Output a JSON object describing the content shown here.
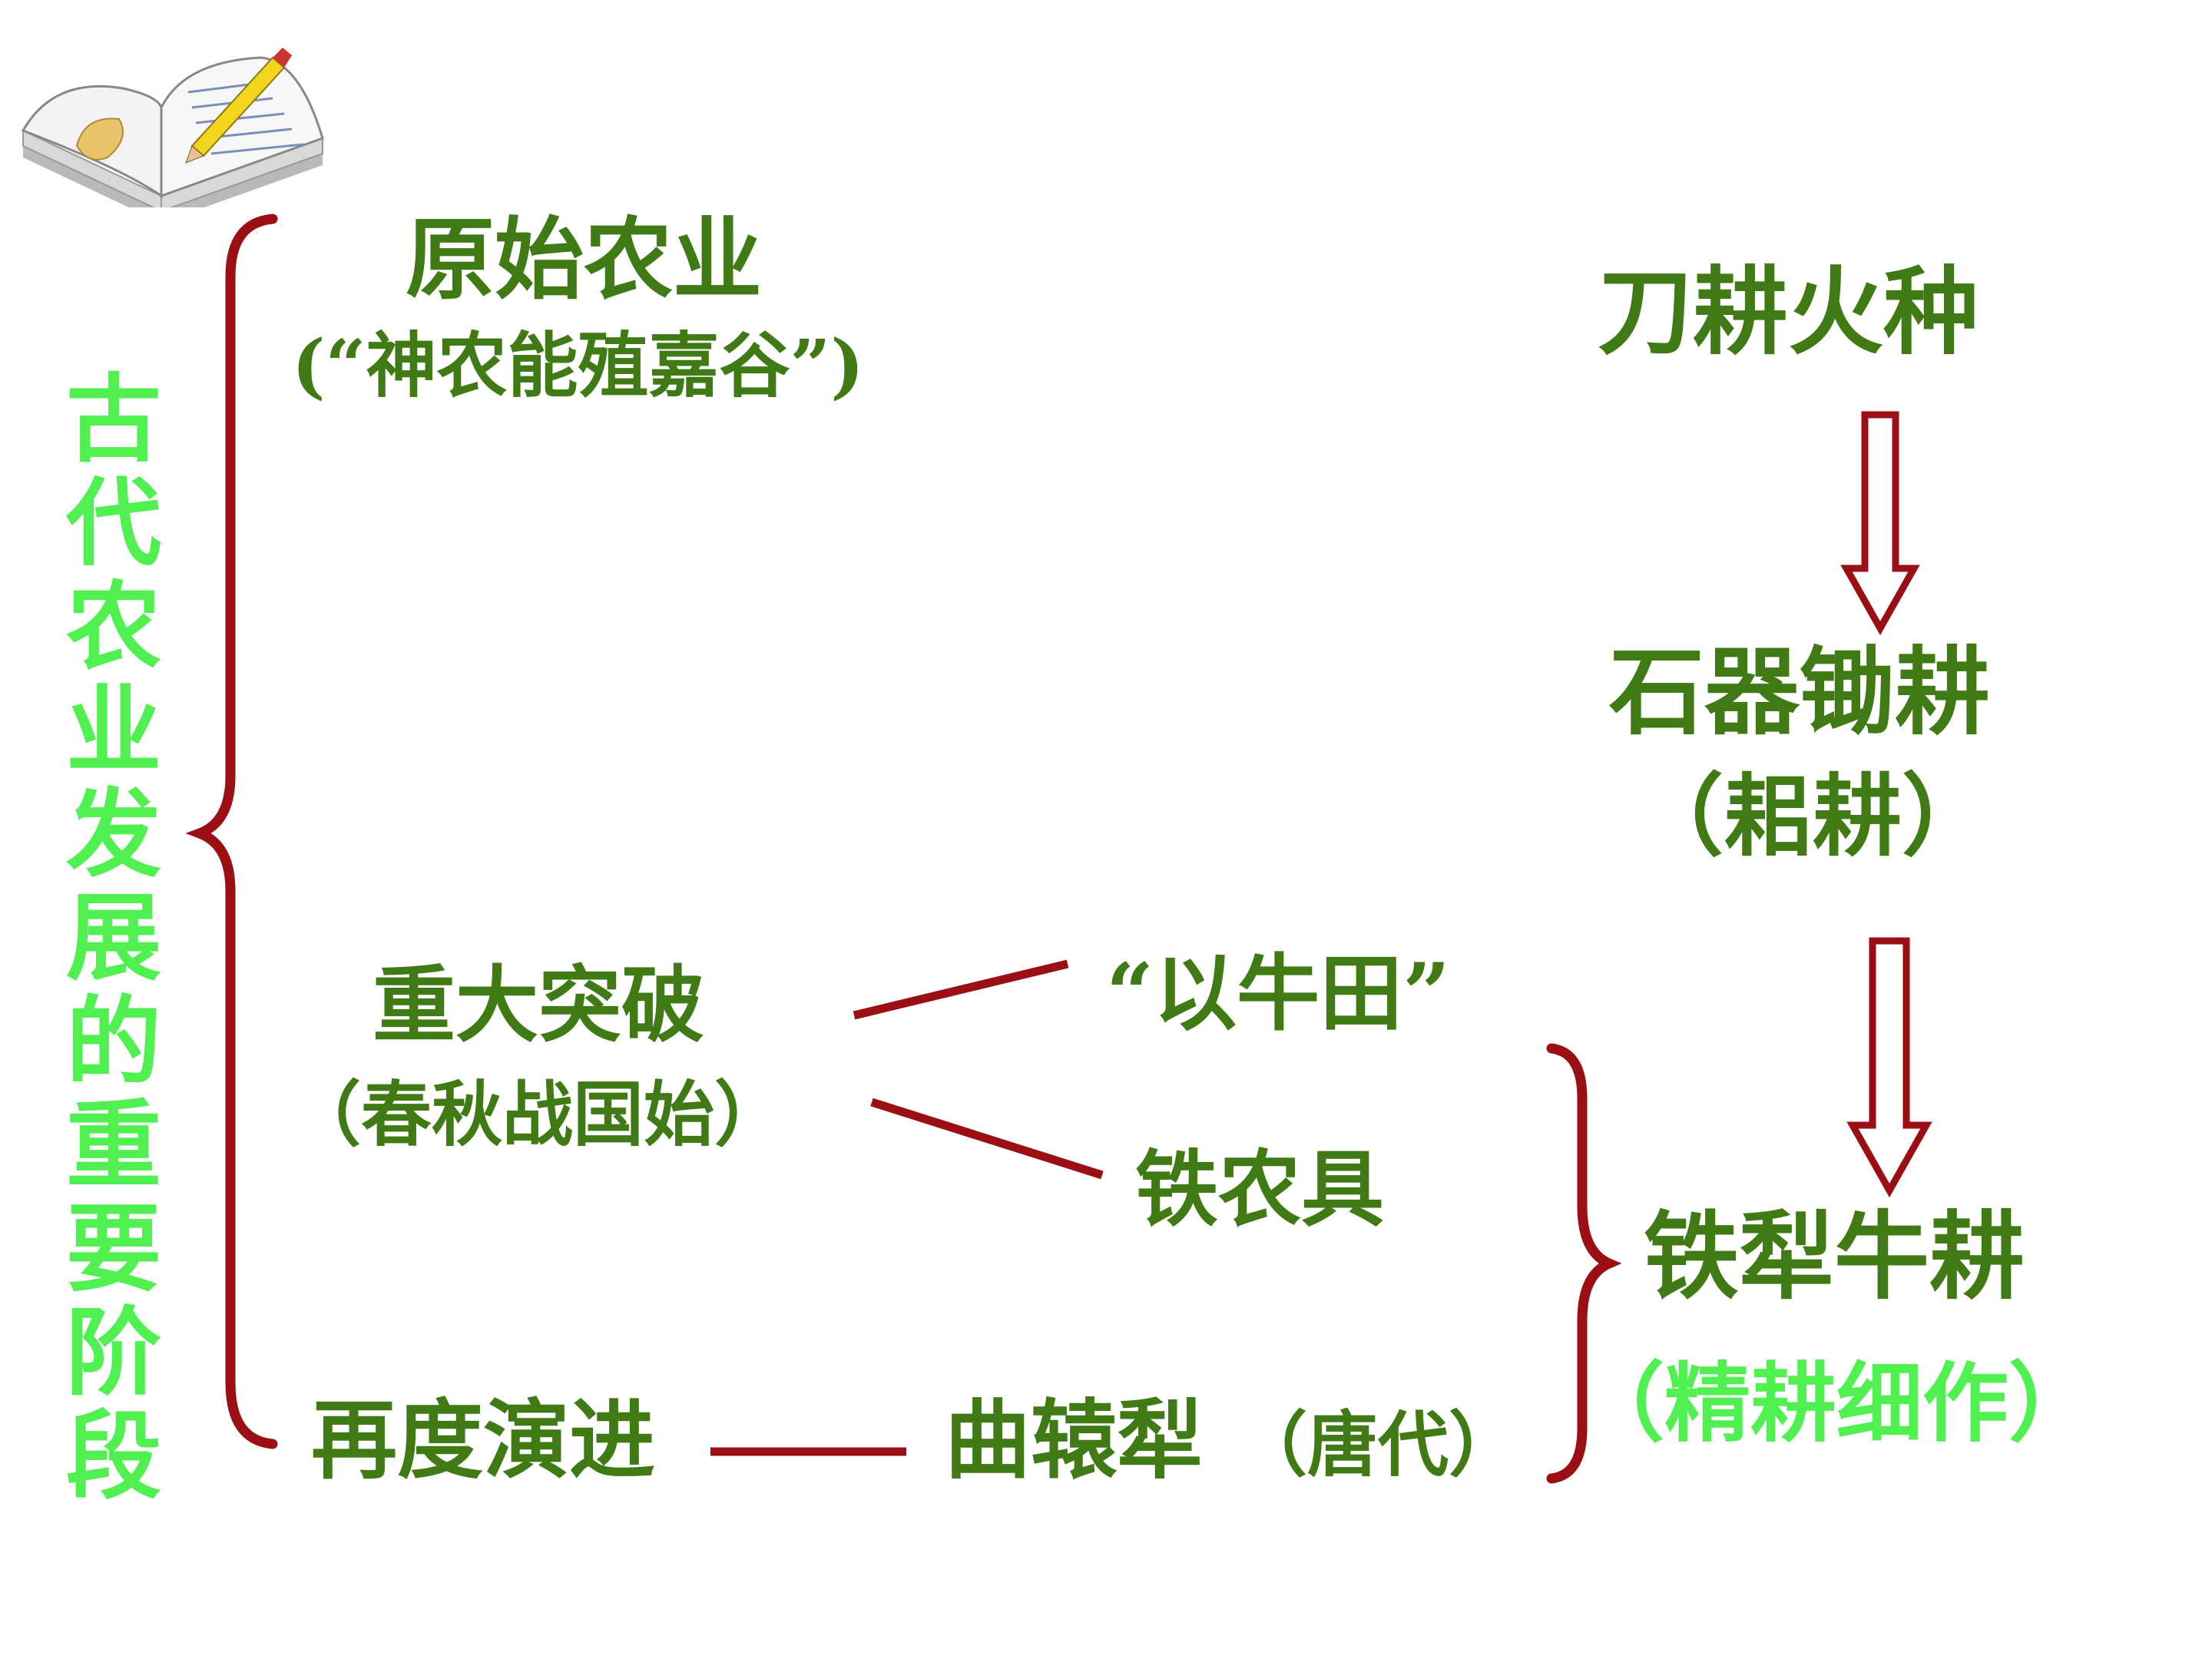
{
  "title": "古代农业发展的重要阶段",
  "stages": {
    "primitive": {
      "label": "原始农业",
      "note": "(“神农能殖嘉谷”)"
    },
    "breakthrough": {
      "label": "重大突破",
      "note": "（春秋战国始）",
      "items": [
        "“以牛田”",
        "铁农具"
      ]
    },
    "advance": {
      "label": "再度演进",
      "item": "曲辕犁",
      "note": "（唐代）"
    }
  },
  "evolution": {
    "step1": "刀耕火种",
    "step2": "石器锄耕",
    "step2_note": "（耜耕）",
    "step3": "铁犁牛耕",
    "step3_note": "（精耕细作）"
  },
  "colors": {
    "dark_green": "#3f7a14",
    "bright_green": "#4ff04f",
    "brace_red": "#9b0f14"
  },
  "icons": {
    "corner": "open-book-pencil-icon"
  }
}
